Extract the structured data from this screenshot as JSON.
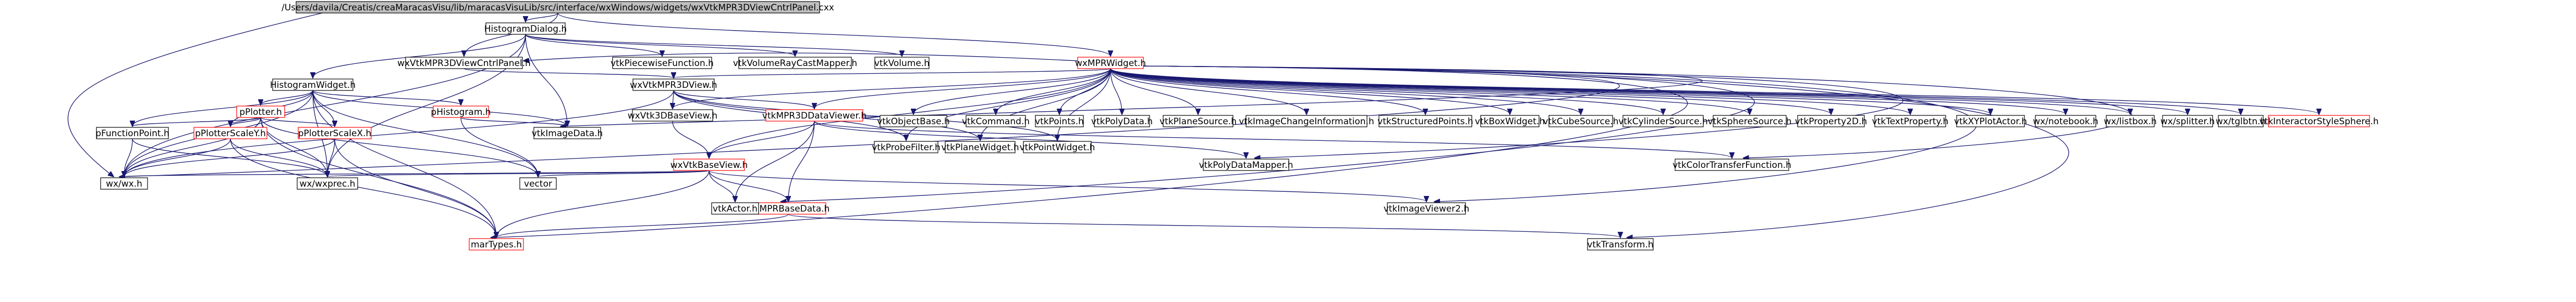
{
  "colors": {
    "background": "#ffffff",
    "root_fill": "#bfbfbf",
    "node_fill": "#ffffff",
    "node_border": "#000000",
    "missing_border": "#ff0000",
    "edge_blue": "#191970",
    "edge_gray": "#a9a9a9"
  },
  "nodes": [
    {
      "id": "root",
      "label": "/Users/davila/Creatis/creaMaracasVisu/lib/maracasVisuLib/src/interface/wxWindows/widgets/wxVtkMPR3DViewCntrlPanel.cxx",
      "style": "root"
    },
    {
      "id": "histogramDialog",
      "label": "HistogramDialog.h",
      "style": "normal"
    },
    {
      "id": "wxMPRWidget",
      "label": "wxMPRWidget.h",
      "style": "missing"
    },
    {
      "id": "cntrlPanel",
      "label": "wxVtkMPR3DViewCntrlPanel.h",
      "style": "normal"
    },
    {
      "id": "histogramWidget",
      "label": "HistogramWidget.h",
      "style": "normal"
    },
    {
      "id": "wxVtkMPR3DView",
      "label": "wxVtkMPR3DView.h",
      "style": "normal"
    },
    {
      "id": "pPlotter",
      "label": "pPlotter.h",
      "style": "missing"
    },
    {
      "id": "pHistogram",
      "label": "pHistogram.h",
      "style": "missing"
    },
    {
      "id": "pFunctionPoint",
      "label": "pFunctionPoint.h",
      "style": "normal"
    },
    {
      "id": "pPlotterScaleY",
      "label": "pPlotterScaleY.h",
      "style": "missing"
    },
    {
      "id": "pPlotterScaleX",
      "label": "pPlotterScaleX.h",
      "style": "missing"
    },
    {
      "id": "vtkImageData",
      "label": "vtkImageData.h",
      "style": "normal"
    },
    {
      "id": "wxVtk3DBaseView",
      "label": "wxVtk3DBaseView.h",
      "style": "normal"
    },
    {
      "id": "vtkMPR3DDataViewer",
      "label": "vtkMPR3DDataViewer.h",
      "style": "missing"
    },
    {
      "id": "wxVtkBaseView",
      "label": "wxVtkBaseView.h",
      "style": "missing"
    },
    {
      "id": "wxMPRBaseData",
      "label": "wxMPRBaseData.h",
      "style": "missing"
    },
    {
      "id": "marTypes",
      "label": "marTypes.h",
      "style": "missing"
    },
    {
      "id": "wxwx",
      "label": "wx/wx.h",
      "style": "normal"
    },
    {
      "id": "wxwxprec",
      "label": "wx/wxprec.h",
      "style": "normal"
    },
    {
      "id": "vector",
      "label": "vector",
      "style": "normal"
    },
    {
      "id": "vtkActor",
      "label": "vtkActor.h",
      "style": "normal"
    },
    {
      "id": "vtkPiecewiseFunction",
      "label": "vtkPiecewiseFunction.h",
      "style": "normal"
    },
    {
      "id": "vtkVolumeRayCastMapper",
      "label": "vtkVolumeRayCastMapper.h",
      "style": "normal"
    },
    {
      "id": "vtkVolume",
      "label": "vtkVolume.h",
      "style": "normal"
    },
    {
      "id": "vtkObjectBase",
      "label": "vtkObjectBase.h",
      "style": "normal"
    },
    {
      "id": "vtkCommand",
      "label": "vtkCommand.h",
      "style": "normal"
    },
    {
      "id": "vtkPoints",
      "label": "vtkPoints.h",
      "style": "normal"
    },
    {
      "id": "vtkPolyData",
      "label": "vtkPolyData.h",
      "style": "normal"
    },
    {
      "id": "vtkPlaneSource",
      "label": "vtkPlaneSource.h",
      "style": "normal"
    },
    {
      "id": "vtkImageChangeInformation",
      "label": "vtkImageChangeInformation.h",
      "style": "normal"
    },
    {
      "id": "vtkStructuredPoints",
      "label": "vtkStructuredPoints.h",
      "style": "normal"
    },
    {
      "id": "vtkBoxWidget",
      "label": "vtkBoxWidget.h",
      "style": "normal"
    },
    {
      "id": "vtkCubeSource",
      "label": "vtkCubeSource.h",
      "style": "normal"
    },
    {
      "id": "vtkCylinderSource",
      "label": "vtkCylinderSource.h",
      "style": "normal"
    },
    {
      "id": "vtkSphereSource",
      "label": "vtkSphereSource.h",
      "style": "normal"
    },
    {
      "id": "vtkProperty2D",
      "label": "vtkProperty2D.h",
      "style": "normal"
    },
    {
      "id": "vtkTextProperty",
      "label": "vtkTextProperty.h",
      "style": "normal"
    },
    {
      "id": "vtkXYPlotActor",
      "label": "vtkXYPlotActor.h",
      "style": "normal"
    },
    {
      "id": "wxnotebook",
      "label": "wx/notebook.h",
      "style": "normal"
    },
    {
      "id": "wxlistbox",
      "label": "wx/listbox.h",
      "style": "normal"
    },
    {
      "id": "wxsplitter",
      "label": "wx/splitter.h",
      "style": "normal"
    },
    {
      "id": "wxtglbtn",
      "label": "wx/tglbtn.h",
      "style": "normal"
    },
    {
      "id": "vtkInteractorStyleSphere",
      "label": "vtkInteractorStyleSphere.h",
      "style": "missing"
    },
    {
      "id": "vtkProbeFilter",
      "label": "vtkProbeFilter.h",
      "style": "normal"
    },
    {
      "id": "vtkPlaneWidget",
      "label": "vtkPlaneWidget.h",
      "style": "normal"
    },
    {
      "id": "vtkPointWidget",
      "label": "vtkPointWidget.h",
      "style": "normal"
    },
    {
      "id": "vtkPolyDataMapper",
      "label": "vtkPolyDataMapper.h",
      "style": "normal"
    },
    {
      "id": "vtkColorTransferFunction",
      "label": "vtkColorTransferFunction.h",
      "style": "normal"
    },
    {
      "id": "vtkImageViewer2",
      "label": "vtkImageViewer2.h",
      "style": "normal"
    },
    {
      "id": "vtkTransform",
      "label": "vtkTransform.h",
      "style": "normal"
    }
  ],
  "edges": [
    {
      "from": "root",
      "to": "histogramDialog"
    },
    {
      "from": "root",
      "to": "cntrlPanel"
    },
    {
      "from": "root",
      "to": "wxMPRWidget"
    },
    {
      "from": "root",
      "to": "wxwx"
    },
    {
      "from": "histogramDialog",
      "to": "histogramWidget"
    },
    {
      "from": "histogramDialog",
      "to": "vtkPiecewiseFunction"
    },
    {
      "from": "histogramDialog",
      "to": "vtkVolumeRayCastMapper"
    },
    {
      "from": "histogramDialog",
      "to": "vtkVolume"
    },
    {
      "from": "histogramDialog",
      "to": "vtkImageData"
    },
    {
      "from": "histogramDialog",
      "to": "wxwx"
    },
    {
      "from": "histogramDialog",
      "to": "wxwxprec"
    },
    {
      "from": "histogramWidget",
      "to": "pPlotter"
    },
    {
      "from": "histogramWidget",
      "to": "pHistogram"
    },
    {
      "from": "histogramWidget",
      "to": "pFunctionPoint"
    },
    {
      "from": "histogramWidget",
      "to": "pPlotterScaleY"
    },
    {
      "from": "histogramWidget",
      "to": "pPlotterScaleX"
    },
    {
      "from": "histogramWidget",
      "to": "vtkImageData"
    },
    {
      "from": "histogramWidget",
      "to": "wxwx"
    },
    {
      "from": "histogramWidget",
      "to": "wxwxprec"
    },
    {
      "from": "histogramWidget",
      "to": "vector"
    },
    {
      "from": "histogramWidget",
      "to": "marTypes"
    },
    {
      "from": "pPlotter",
      "to": "pFunctionPoint"
    },
    {
      "from": "pPlotter",
      "to": "pPlotterScaleY"
    },
    {
      "from": "pPlotter",
      "to": "pPlotterScaleX"
    },
    {
      "from": "pPlotter",
      "to": "wxwx"
    },
    {
      "from": "pPlotter",
      "to": "wxwxprec"
    },
    {
      "from": "pPlotter",
      "to": "vector"
    },
    {
      "from": "pPlotter",
      "to": "marTypes"
    },
    {
      "from": "pHistogram",
      "to": "vtkImageData"
    },
    {
      "from": "pHistogram",
      "to": "vector"
    },
    {
      "from": "pFunctionPoint",
      "to": "wxwx"
    },
    {
      "from": "pFunctionPoint",
      "to": "wxwxprec"
    },
    {
      "from": "pPlotterScaleY",
      "to": "wxwx"
    },
    {
      "from": "pPlotterScaleY",
      "to": "wxwxprec"
    },
    {
      "from": "pPlotterScaleY",
      "to": "marTypes"
    },
    {
      "from": "pPlotterScaleX",
      "to": "wxwx"
    },
    {
      "from": "pPlotterScaleX",
      "to": "wxwxprec"
    },
    {
      "from": "pPlotterScaleX",
      "to": "marTypes"
    },
    {
      "from": "cntrlPanel",
      "to": "wxVtkMPR3DView"
    },
    {
      "from": "wxMPRWidget",
      "to": "cntrlPanel"
    },
    {
      "from": "wxVtkMPR3DView",
      "to": "wxVtk3DBaseView"
    },
    {
      "from": "wxVtkMPR3DView",
      "to": "vtkMPR3DDataViewer"
    },
    {
      "from": "wxVtkMPR3DView",
      "to": "vtkProbeFilter"
    },
    {
      "from": "wxVtkMPR3DView",
      "to": "vtkPlaneWidget"
    },
    {
      "from": "wxVtkMPR3DView",
      "to": "vtkPointWidget"
    },
    {
      "from": "wxVtkMPR3DView",
      "to": "wxwx"
    },
    {
      "from": "wxVtk3DBaseView",
      "to": "wxVtkBaseView"
    },
    {
      "from": "vtkMPR3DDataViewer",
      "to": "wxVtkBaseView"
    },
    {
      "from": "vtkMPR3DDataViewer",
      "to": "vtkActor"
    },
    {
      "from": "vtkMPR3DDataViewer",
      "to": "wxMPRBaseData"
    },
    {
      "from": "vtkMPR3DDataViewer",
      "to": "vtkPolyDataMapper"
    },
    {
      "from": "vtkMPR3DDataViewer",
      "to": "vtkColorTransferFunction"
    },
    {
      "from": "wxVtkBaseView",
      "to": "wxwx"
    },
    {
      "from": "wxVtkBaseView",
      "to": "wxwxprec"
    },
    {
      "from": "wxVtkBaseView",
      "to": "vector"
    },
    {
      "from": "wxVtkBaseView",
      "to": "vtkActor"
    },
    {
      "from": "wxVtkBaseView",
      "to": "wxMPRBaseData"
    },
    {
      "from": "wxVtkBaseView",
      "to": "vtkImageViewer2"
    },
    {
      "from": "wxVtkBaseView",
      "to": "marTypes"
    },
    {
      "from": "wxMPRBaseData",
      "to": "marTypes"
    },
    {
      "from": "wxMPRBaseData",
      "to": "vtkTransform"
    },
    {
      "from": "wxMPRWidget",
      "to": "wxVtkMPR3DView"
    },
    {
      "from": "wxMPRWidget",
      "to": "wxVtk3DBaseView"
    },
    {
      "from": "wxMPRWidget",
      "to": "vtkMPR3DDataViewer"
    },
    {
      "from": "wxMPRWidget",
      "to": "wxVtkBaseView"
    },
    {
      "from": "wxMPRWidget",
      "to": "vtkObjectBase"
    },
    {
      "from": "wxMPRWidget",
      "to": "vtkCommand"
    },
    {
      "from": "wxMPRWidget",
      "to": "vtkPoints"
    },
    {
      "from": "wxMPRWidget",
      "to": "vtkPolyData"
    },
    {
      "from": "wxMPRWidget",
      "to": "vtkPlaneSource"
    },
    {
      "from": "wxMPRWidget",
      "to": "vtkImageChangeInformation"
    },
    {
      "from": "wxMPRWidget",
      "to": "vtkStructuredPoints"
    },
    {
      "from": "wxMPRWidget",
      "to": "vtkBoxWidget"
    },
    {
      "from": "wxMPRWidget",
      "to": "vtkCubeSource"
    },
    {
      "from": "wxMPRWidget",
      "to": "vtkCylinderSource"
    },
    {
      "from": "wxMPRWidget",
      "to": "vtkSphereSource"
    },
    {
      "from": "wxMPRWidget",
      "to": "vtkProperty2D"
    },
    {
      "from": "wxMPRWidget",
      "to": "vtkTextProperty"
    },
    {
      "from": "wxMPRWidget",
      "to": "vtkXYPlotActor"
    },
    {
      "from": "wxMPRWidget",
      "to": "wxnotebook"
    },
    {
      "from": "wxMPRWidget",
      "to": "wxlistbox"
    },
    {
      "from": "wxMPRWidget",
      "to": "wxsplitter"
    },
    {
      "from": "wxMPRWidget",
      "to": "wxtglbtn"
    },
    {
      "from": "wxMPRWidget",
      "to": "vtkInteractorStyleSphere"
    },
    {
      "from": "wxMPRWidget",
      "to": "vtkProbeFilter"
    },
    {
      "from": "wxMPRWidget",
      "to": "vtkPlaneWidget"
    },
    {
      "from": "wxMPRWidget",
      "to": "vtkPointWidget"
    },
    {
      "from": "wxMPRWidget",
      "to": "vtkImageData"
    },
    {
      "from": "wxMPRWidget",
      "to": "vtkPolyDataMapper"
    },
    {
      "from": "wxMPRWidget",
      "to": "vtkColorTransferFunction"
    },
    {
      "from": "wxMPRWidget",
      "to": "wxMPRBaseData"
    },
    {
      "from": "wxMPRWidget",
      "to": "vtkImageViewer2"
    },
    {
      "from": "wxMPRWidget",
      "to": "vtkTransform"
    },
    {
      "from": "wxMPRWidget",
      "to": "marTypes"
    },
    {
      "from": "wxMPRWidget",
      "to": "wxwx"
    }
  ]
}
